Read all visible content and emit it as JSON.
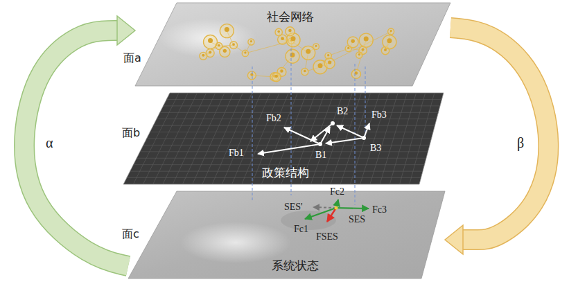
{
  "diagram": {
    "nodes": [
      {
        "text": [
          "社会网络"
        ]
      },
      {
        "text": [
          "政策结构"
        ]
      },
      {
        "text": [
          "系统状态"
        ]
      }
    ],
    "edges": [
      {
        "from": 2,
        "to": 0,
        "arrow": "to",
        "label": "α"
      },
      {
        "from": 0,
        "to": 2,
        "arrow": "to",
        "label": "β"
      }
    ],
    "labels": [
      "面a",
      "面b",
      "面c",
      "Fb2",
      "B2",
      "Fb3",
      "Fb1",
      "B1",
      "B3",
      "Fc2",
      "SES'",
      "Fc3",
      "SES",
      "Fc1",
      "FSES"
    ]
  }
}
